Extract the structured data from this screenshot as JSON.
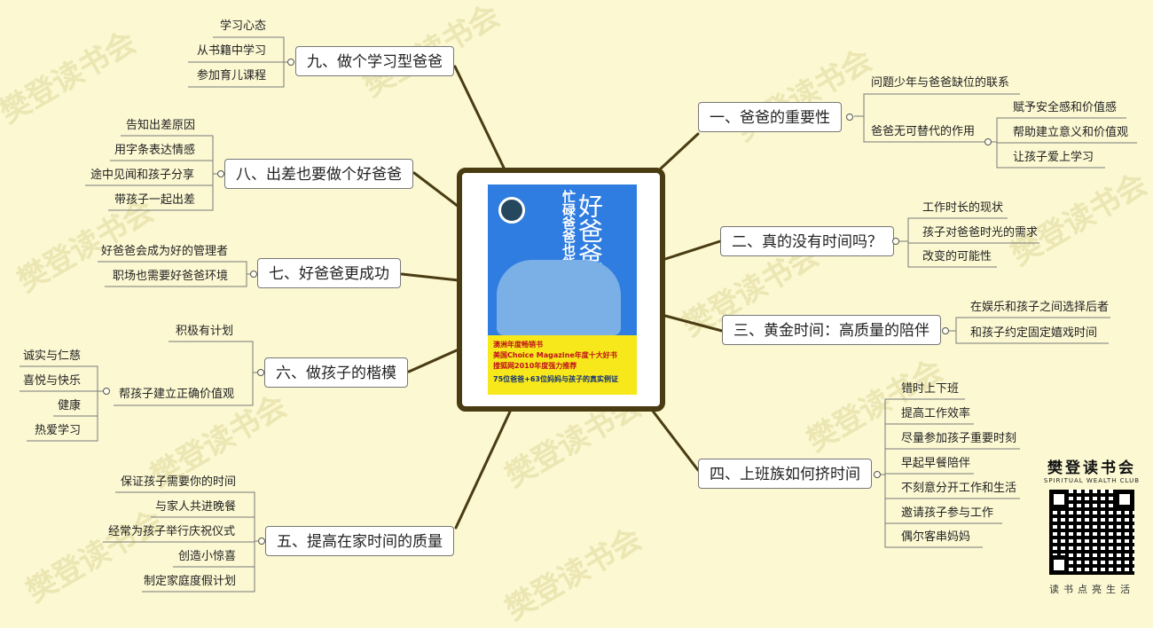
{
  "watermark": {
    "text": "樊登读书会",
    "sub": "SPIRITUAL WEALTH CLUB"
  },
  "center_book": {
    "title": "好爸爸",
    "subtitle": "忙碌爸爸也能做",
    "badges": [
      "澳洲年度畅销书",
      "美国Choice Magazine年度十大好书",
      "搜狐网2010年度强力推荐"
    ],
    "tagline": "75位爸爸+63位妈妈与孩子的真实例证"
  },
  "branches": [
    {
      "id": "b1",
      "label": "一、爸爸的重要性",
      "children": [
        {
          "label": "问题少年与爸爸缺位的联系"
        },
        {
          "label": "爸爸无可替代的作用",
          "children": [
            "赋予安全感和价值感",
            "帮助建立意义和价值观",
            "让孩子爱上学习"
          ]
        }
      ]
    },
    {
      "id": "b2",
      "label": "二、真的没有时间吗？",
      "children": [
        {
          "label": "工作时长的现状"
        },
        {
          "label": "孩子对爸爸时光的需求"
        },
        {
          "label": "改变的可能性"
        }
      ]
    },
    {
      "id": "b3",
      "label": "三、黄金时间：高质量的陪伴",
      "children": [
        {
          "label": "在娱乐和孩子之间选择后者"
        },
        {
          "label": "和孩子约定固定嬉戏时间"
        }
      ]
    },
    {
      "id": "b4",
      "label": "四、上班族如何挤时间",
      "children": [
        {
          "label": "错时上下班"
        },
        {
          "label": "提高工作效率"
        },
        {
          "label": "尽量参加孩子重要时刻"
        },
        {
          "label": "早起早餐陪伴"
        },
        {
          "label": "不刻意分开工作和生活"
        },
        {
          "label": "邀请孩子参与工作"
        },
        {
          "label": "偶尔客串妈妈"
        }
      ]
    },
    {
      "id": "b5",
      "label": "五、提高在家时间的质量",
      "children": [
        {
          "label": "保证孩子需要你的时间"
        },
        {
          "label": "与家人共进晚餐"
        },
        {
          "label": "经常为孩子举行庆祝仪式"
        },
        {
          "label": "创造小惊喜"
        },
        {
          "label": "制定家庭度假计划"
        }
      ]
    },
    {
      "id": "b6",
      "label": "六、做孩子的楷模",
      "children": [
        {
          "label": "积极有计划"
        },
        {
          "label": "帮孩子建立正确价值观",
          "children": [
            "诚实与仁慈",
            "喜悦与快乐",
            "健康",
            "热爱学习"
          ]
        }
      ]
    },
    {
      "id": "b7",
      "label": "七、好爸爸更成功",
      "children": [
        {
          "label": "好爸爸会成为好的管理者"
        },
        {
          "label": "职场也需要好爸爸环境"
        }
      ]
    },
    {
      "id": "b8",
      "label": "八、出差也要做个好爸爸",
      "children": [
        {
          "label": "告知出差原因"
        },
        {
          "label": "用字条表达情感"
        },
        {
          "label": "途中见闻和孩子分享"
        },
        {
          "label": "带孩子一起出差"
        }
      ]
    },
    {
      "id": "b9",
      "label": "九、做个学习型爸爸",
      "children": [
        {
          "label": "学习心态"
        },
        {
          "label": "从书籍中学习"
        },
        {
          "label": "参加育儿课程"
        }
      ]
    }
  ],
  "logo": {
    "name": "樊登读书会",
    "en": "SPIRITUAL WEALTH CLUB",
    "slogan": "读书点亮生活"
  },
  "colors": {
    "background": "#fbf8d2",
    "connector": "#4a3c12",
    "frame": "#4a3c12"
  }
}
